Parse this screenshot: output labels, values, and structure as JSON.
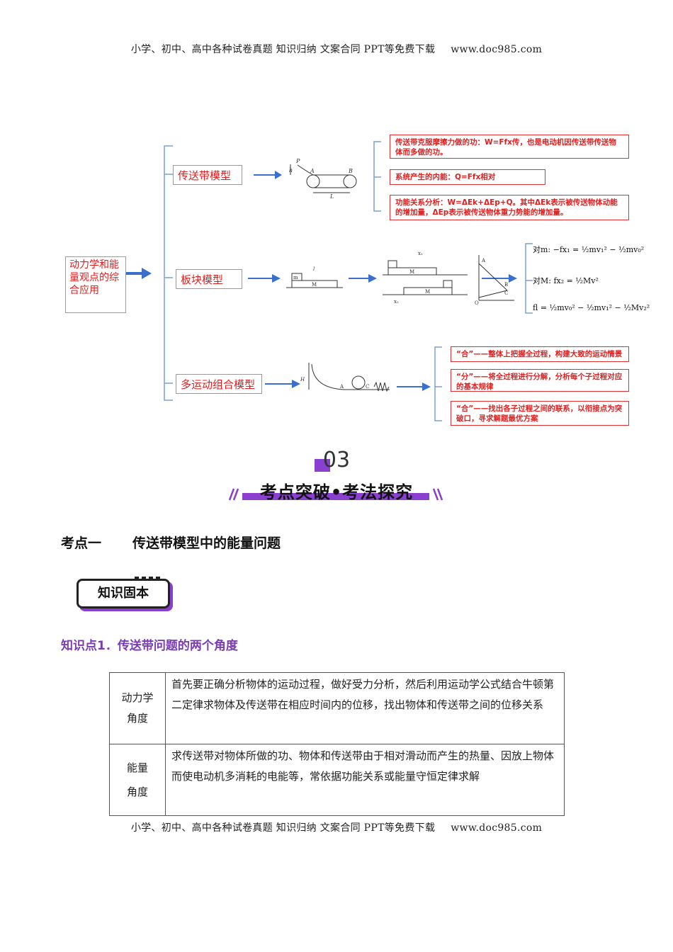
{
  "header_text": "小学、初中、高中各种试卷真题  知识归纳  文案合同  PPT等免费下载",
  "header_site": "www.doc985.com",
  "mindmap": {
    "root": "动力学和能量观点的综合应用",
    "branches": [
      {
        "label": "传送带模型"
      },
      {
        "label": "板块模型"
      },
      {
        "label": "多运动组合模型"
      }
    ],
    "belt_notes": [
      "传送带克服摩擦力做的功：W=Ffx传，也是电动机因传送带传送物体而多做的功。",
      "系统产生的内能：Q=Ffx相对",
      "功能关系分析：W=ΔEk+ΔEp+Q。其中ΔEk表示被传送物体动能的增加量，ΔEp表示被传送物体重力势能的增加量。"
    ],
    "block_equations": [
      "对m: −fx₁ = ½mv₁² − ½mv₀²",
      "对M: fx₂ = ½Mv²",
      "fl = ½mv₀² − ½mv₁² − ½Mv₂²"
    ],
    "combo_notes": [
      "“合”——整体上把握全过程，构建大致的运动情景",
      "“分”——将全过程进行分解，分析每个子过程对应的基本规律",
      "“合”——找出各子过程之间的联系，以衔接点为突破口，寻求解题最优方案"
    ]
  },
  "section": {
    "number": "03",
    "title": "考点突破•考法探究"
  },
  "topic": {
    "label": "考点一",
    "title": "传送带模型中的能量问题"
  },
  "badge": "知识固本",
  "knowledge_point": "知识点1．传送带问题的两个角度",
  "table": [
    {
      "head": "动力学角度",
      "content": "首先要正确分析物体的运动过程，做好受力分析，然后利用运动学公式结合牛顿第二定律求物体及传送带在相应时间内的位移，找出物体和传送带之间的位移关系"
    },
    {
      "head": "能量角度",
      "content": "求传送带对物体所做的功、物体和传送带由于相对滑动而产生的热量、因放上物体而使电动机多消耗的电能等，常依据功能关系或能量守恒定律求解"
    }
  ],
  "colors": {
    "accent_red": "#e02020",
    "arrow_blue": "#3a6fd0",
    "purple": "#7a3bb5"
  }
}
